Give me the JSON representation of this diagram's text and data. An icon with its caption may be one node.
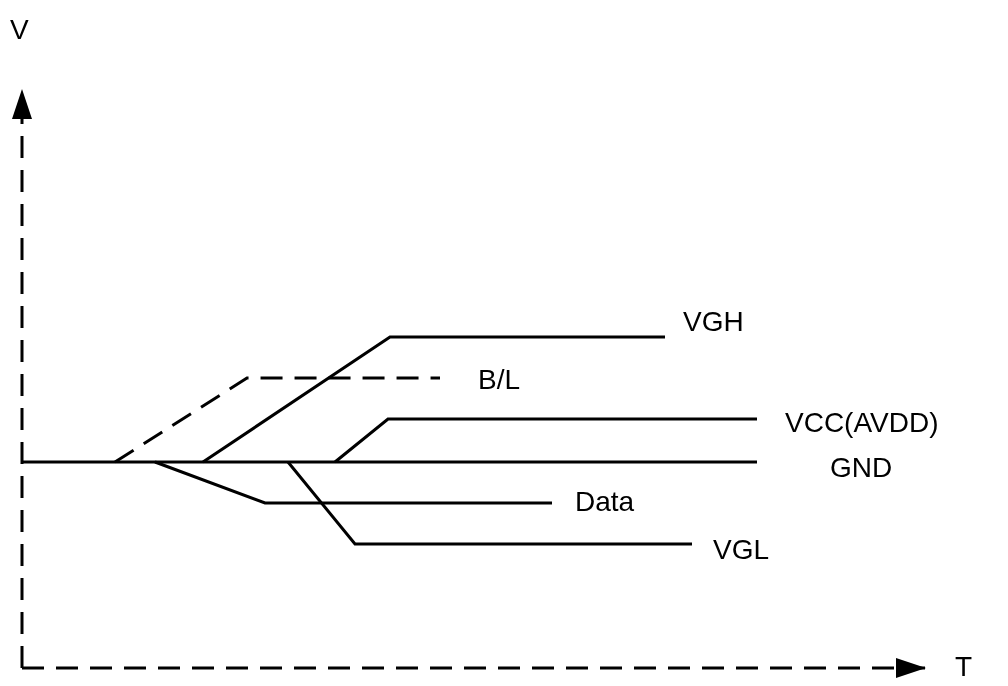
{
  "diagram": {
    "labels": [
      "V",
      "VGH",
      "B/L",
      "VCC(AVDD)",
      "GND",
      "Data",
      "VGL",
      "T"
    ]
  }
}
